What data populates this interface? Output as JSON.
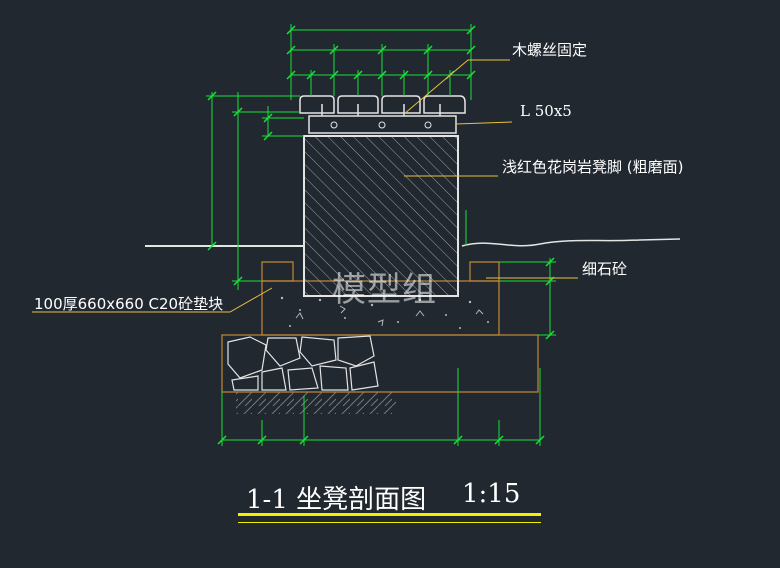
{
  "drawing": {
    "title": "1-1 坐凳剖面图",
    "scale": "1:15",
    "watermark": "模型组"
  },
  "callouts": {
    "screw": "木螺丝固定",
    "angle": "L 50x5",
    "granite": "浅红色花岗岩凳脚 (粗磨面)",
    "fine_concrete": "细石砼",
    "pad": "100厚660x660 C20砼垫块"
  },
  "colors": {
    "background": "#212830",
    "dimension": "#18e23a",
    "outline": "#e4e4e4",
    "leader": "#e8c040",
    "hatch": "#b0b0b0",
    "concrete": "#c08838",
    "underline": "#f2f200"
  }
}
